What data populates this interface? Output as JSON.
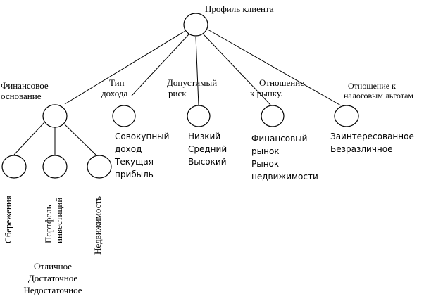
{
  "root": {
    "title": "Профиль клиента"
  },
  "branches": {
    "financial_basis": {
      "title_lines": [
        "Финансовое",
        "основание"
      ]
    },
    "income_type": {
      "title_lines": [
        "Тип",
        "дохода"
      ],
      "options": [
        "Совокупный",
        "доход",
        "Текущая",
        "прибыль"
      ]
    },
    "risk": {
      "title_lines": [
        "Допустимый",
        "риск"
      ],
      "options": [
        "Низкий",
        "Средний",
        "Высокий"
      ]
    },
    "market": {
      "title_lines": [
        "Отношение",
        "к рынку."
      ],
      "options": [
        "Финансовый",
        "рынок",
        "Рынок",
        "недвижимости"
      ]
    },
    "tax": {
      "title_lines": [
        "Отношение к",
        "налоговым льготам"
      ],
      "options": [
        "Заинтересованное",
        "Безразличное"
      ]
    }
  },
  "sub_branches": {
    "savings": {
      "label_lines": [
        "Сбережения"
      ]
    },
    "portfolio": {
      "label_lines": [
        "Портфель",
        "инвестиций"
      ]
    },
    "real_estate": {
      "label_lines": [
        "Недвижимость"
      ]
    }
  },
  "assessment": {
    "options": [
      "Отличное",
      "Достаточное",
      "Недостаточное"
    ]
  },
  "colors": {
    "line": "#000000",
    "node_fill": "#ffffff"
  }
}
